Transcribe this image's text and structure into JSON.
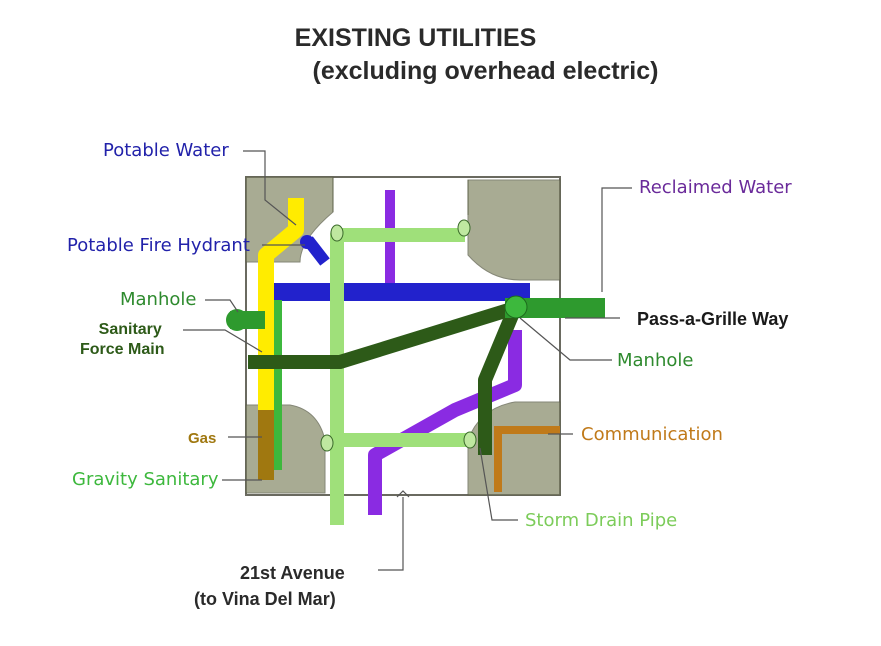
{
  "title": {
    "line1": "EXISTING UTILITIES",
    "line2": "(excluding overhead electric)"
  },
  "labels": {
    "potable_water": "Potable Water",
    "potable_fire_hydrant": "Potable Fire Hydrant",
    "manhole_left": "Manhole",
    "sanitary_force_main_1": "Sanitary",
    "sanitary_force_main_2": "Force Main",
    "gas": "Gas",
    "gravity_sanitary": "Gravity Sanitary",
    "reclaimed_water": "Reclaimed Water",
    "pass_a_grille_way": "Pass-a-Grille Way",
    "manhole_right": "Manhole",
    "communication": "Communication",
    "storm_drain_pipe": "Storm Drain Pipe",
    "street_21st_1": "21st Avenue",
    "street_21st_2": "(to Vina Del Mar)"
  },
  "colors": {
    "potable_water": "#2222cc",
    "reclaimed_water": "#8a2be2",
    "manhole": "#2e9a2e",
    "force_main": "#2d5a18",
    "gas": "#a07810",
    "gravity_sanitary": "#3db83d",
    "communication": "#c07a1a",
    "storm_drain": "#9fe07a",
    "street_block": "#8c9070"
  }
}
